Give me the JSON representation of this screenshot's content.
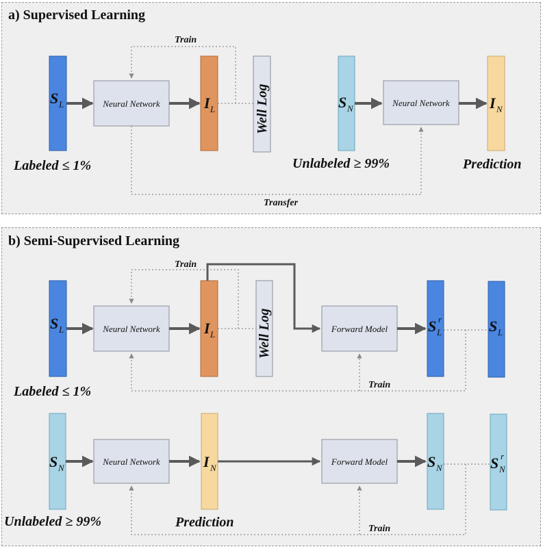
{
  "panel_a": {
    "title": "a) Supervised Learning",
    "s_l": {
      "main": "S",
      "sub": "L"
    },
    "nn1": "Neural Network",
    "i_l": {
      "main": "I",
      "sub": "L"
    },
    "well_log": "Well Log",
    "train": "Train",
    "labeled": "Labeled ≤ 1%",
    "s_n": {
      "main": "S",
      "sub": "N"
    },
    "nn2": "Neural Network",
    "i_n": {
      "main": "I",
      "sub": "N"
    },
    "unlabeled": "Unlabeled ≥ 99%",
    "prediction": "Prediction",
    "transfer": "Transfer"
  },
  "panel_b": {
    "title": "b) Semi-Supervised Learning",
    "top": {
      "s_l": {
        "main": "S",
        "sub": "L"
      },
      "nn": "Neural Network",
      "i_l": {
        "main": "I",
        "sub": "L"
      },
      "well_log": "Well Log",
      "train_top": "Train",
      "forward_model": "Forward Model",
      "s_l_r": {
        "main": "S",
        "sup": "r",
        "sub": "L"
      },
      "s_l_target": {
        "main": "S",
        "sub": "L"
      },
      "labeled": "Labeled ≤ 1%",
      "train_bottom": "Train"
    },
    "bottom": {
      "s_n": {
        "main": "S",
        "sub": "N"
      },
      "nn": "Neural Network",
      "i_n": {
        "main": "I",
        "sub": "N"
      },
      "forward_model": "Forward Model",
      "s_n_out": {
        "main": "S",
        "sub": "N"
      },
      "s_n_r": {
        "main": "S",
        "sup": "r",
        "sub": "N"
      },
      "unlabeled": "Unlabeled ≥ 99%",
      "prediction": "Prediction",
      "train": "Train"
    }
  },
  "colors": {
    "labeled_seismic": "#4a86e0",
    "unlabeled_seismic": "#a8d4e6",
    "impedance_labeled": "#e0955e",
    "impedance_predicted": "#f7d9a0",
    "well_log": "#dfe4ed",
    "network_box": "#dde2ec",
    "arrow": "#5a5a5a",
    "dotted": "#8a8a8a"
  }
}
